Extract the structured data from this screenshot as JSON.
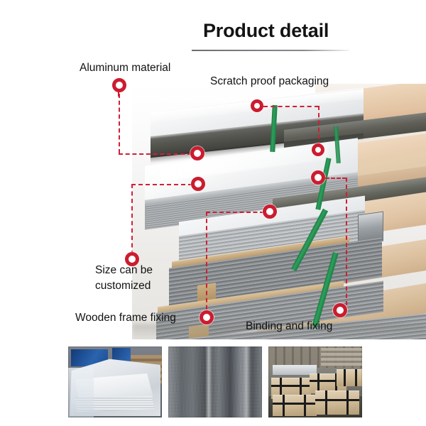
{
  "header": {
    "title": "Product detail"
  },
  "annotations": [
    {
      "id": "aluminum-material",
      "label": "Aluminum material"
    },
    {
      "id": "scratch-proof-packaging",
      "label": "Scratch proof packaging"
    },
    {
      "id": "size-can-be-customized",
      "label": "Size can be\ncustomized"
    },
    {
      "id": "wooden-frame-fixing",
      "label": "Wooden frame fixing"
    },
    {
      "id": "binding-and-fixing",
      "label": "Binding and fixing"
    }
  ],
  "main_photo": {
    "subject": "stacked aluminum sheets on wooden pallet with cardboard packaging and green binding straps"
  },
  "thumbnails": [
    {
      "id": "thumb-wrapped-sheets",
      "subject": "aluminum sheets wrapped in protective plastic film on pallet"
    },
    {
      "id": "thumb-brushed-texture",
      "subject": "close-up of brushed aluminum surface texture"
    },
    {
      "id": "thumb-warehouse",
      "subject": "warehouse with strapped aluminum pallets in storage racks"
    }
  ],
  "colors": {
    "marker_red": "#cc1c2f",
    "connector_red": "#cf2035",
    "strap_green": "#2ea15c",
    "title_text": "#131313",
    "rule_gray": "#6d6d72"
  }
}
